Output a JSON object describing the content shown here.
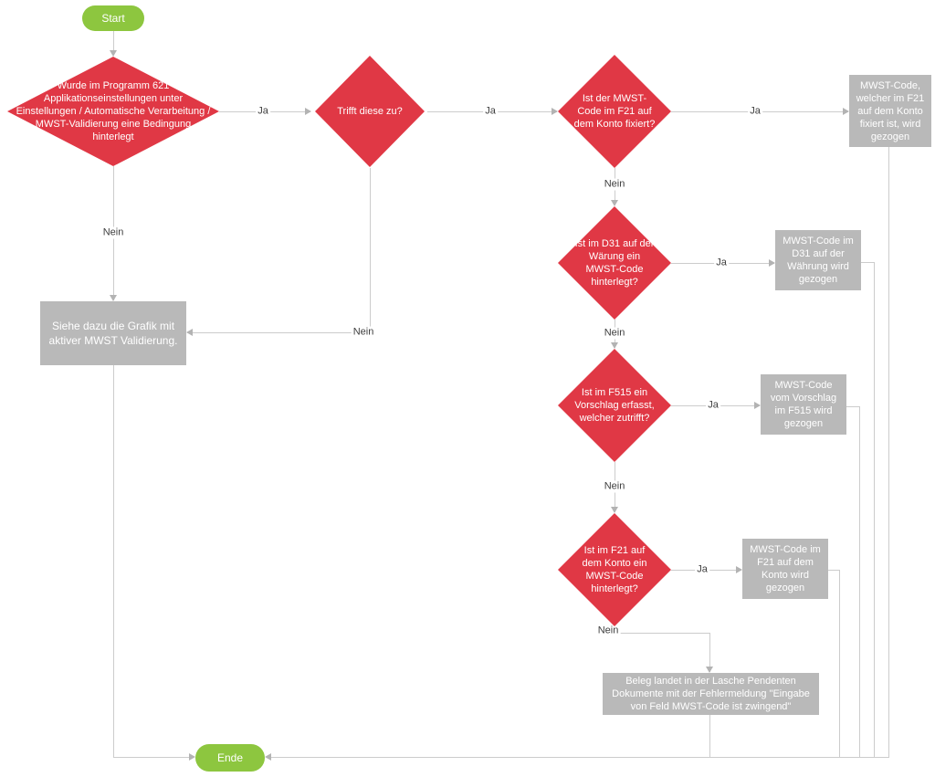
{
  "nodes": {
    "start": {
      "label": "Start"
    },
    "ende": {
      "label": "Ende"
    },
    "q_bedingung": {
      "label": "Wurde im Programm 621 Applikationseinstellungen unter Einstellungen / Automatische Verarbeitung / MWST-Validierung eine Bedingung hinterlegt"
    },
    "q_trifft": {
      "label": "Trifft diese zu?"
    },
    "q_fixiert": {
      "label": "Ist der MWST-Code im F21 auf dem Konto fixiert?"
    },
    "q_d31": {
      "label": "Ist im D31 auf der Wärung ein MWST-Code hinterlegt?"
    },
    "q_f515": {
      "label": "Ist im F515 ein Vorschlag erfasst, welcher zutrifft?"
    },
    "q_konto": {
      "label": "Ist im F21 auf dem Konto ein MWST-Code hinterlegt?"
    },
    "out_fixiert": {
      "label": "MWST-Code, welcher im F21 auf dem Konto fixiert ist, wird gezogen"
    },
    "out_d31": {
      "label": "MWST-Code im D31 auf der Währung wird gezogen"
    },
    "out_f515": {
      "label": "MWST-Code vom Vorschlag im F515 wird gezogen"
    },
    "out_konto": {
      "label": "MWST-Code im F21 auf dem Konto wird gezogen"
    },
    "out_pendent": {
      "label": "Beleg landet in der Lasche Pendenten Dokumente mit der Fehlermeldung \"Eingabe von Feld MWST-Code ist zwingend\""
    },
    "note_grafik": {
      "label": "Siehe dazu die Grafik mit aktiver MWST Validierung."
    }
  },
  "edge_labels": {
    "yes": "Ja",
    "no": "Nein"
  },
  "colors": {
    "decision": "#e03845",
    "process": "#b9b9b9",
    "terminal": "#8dc63f",
    "line": "#cccccc",
    "arrow": "#b3b3b3",
    "labeltext": "#3e3e3e"
  }
}
